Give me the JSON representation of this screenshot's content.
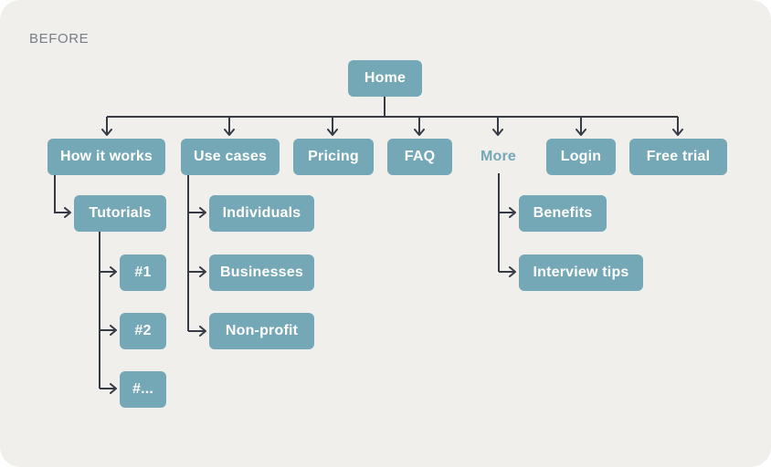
{
  "page": {
    "title": "BEFORE"
  },
  "colors": {
    "canvas_background": "#f1efeb",
    "node_fill": "#74a8b6",
    "node_text": "#ffffff",
    "connector_line": "#363b46",
    "title_text": "#777d8a"
  },
  "sitemap": {
    "home": {
      "label": "Home"
    },
    "top_level": [
      {
        "label": "How it works"
      },
      {
        "label": "Use cases"
      },
      {
        "label": "Pricing"
      },
      {
        "label": "FAQ"
      },
      {
        "label": "More"
      },
      {
        "label": "Login"
      },
      {
        "label": "Free trial"
      }
    ],
    "how_it_works_children": [
      {
        "label": "Tutorials"
      }
    ],
    "tutorials_children": [
      {
        "label": "#1"
      },
      {
        "label": "#2"
      },
      {
        "label": "#..."
      }
    ],
    "use_cases_children": [
      {
        "label": "Individuals"
      },
      {
        "label": "Businesses"
      },
      {
        "label": "Non-profit"
      }
    ],
    "more_children": [
      {
        "label": "Benefits"
      },
      {
        "label": "Interview tips"
      }
    ]
  }
}
